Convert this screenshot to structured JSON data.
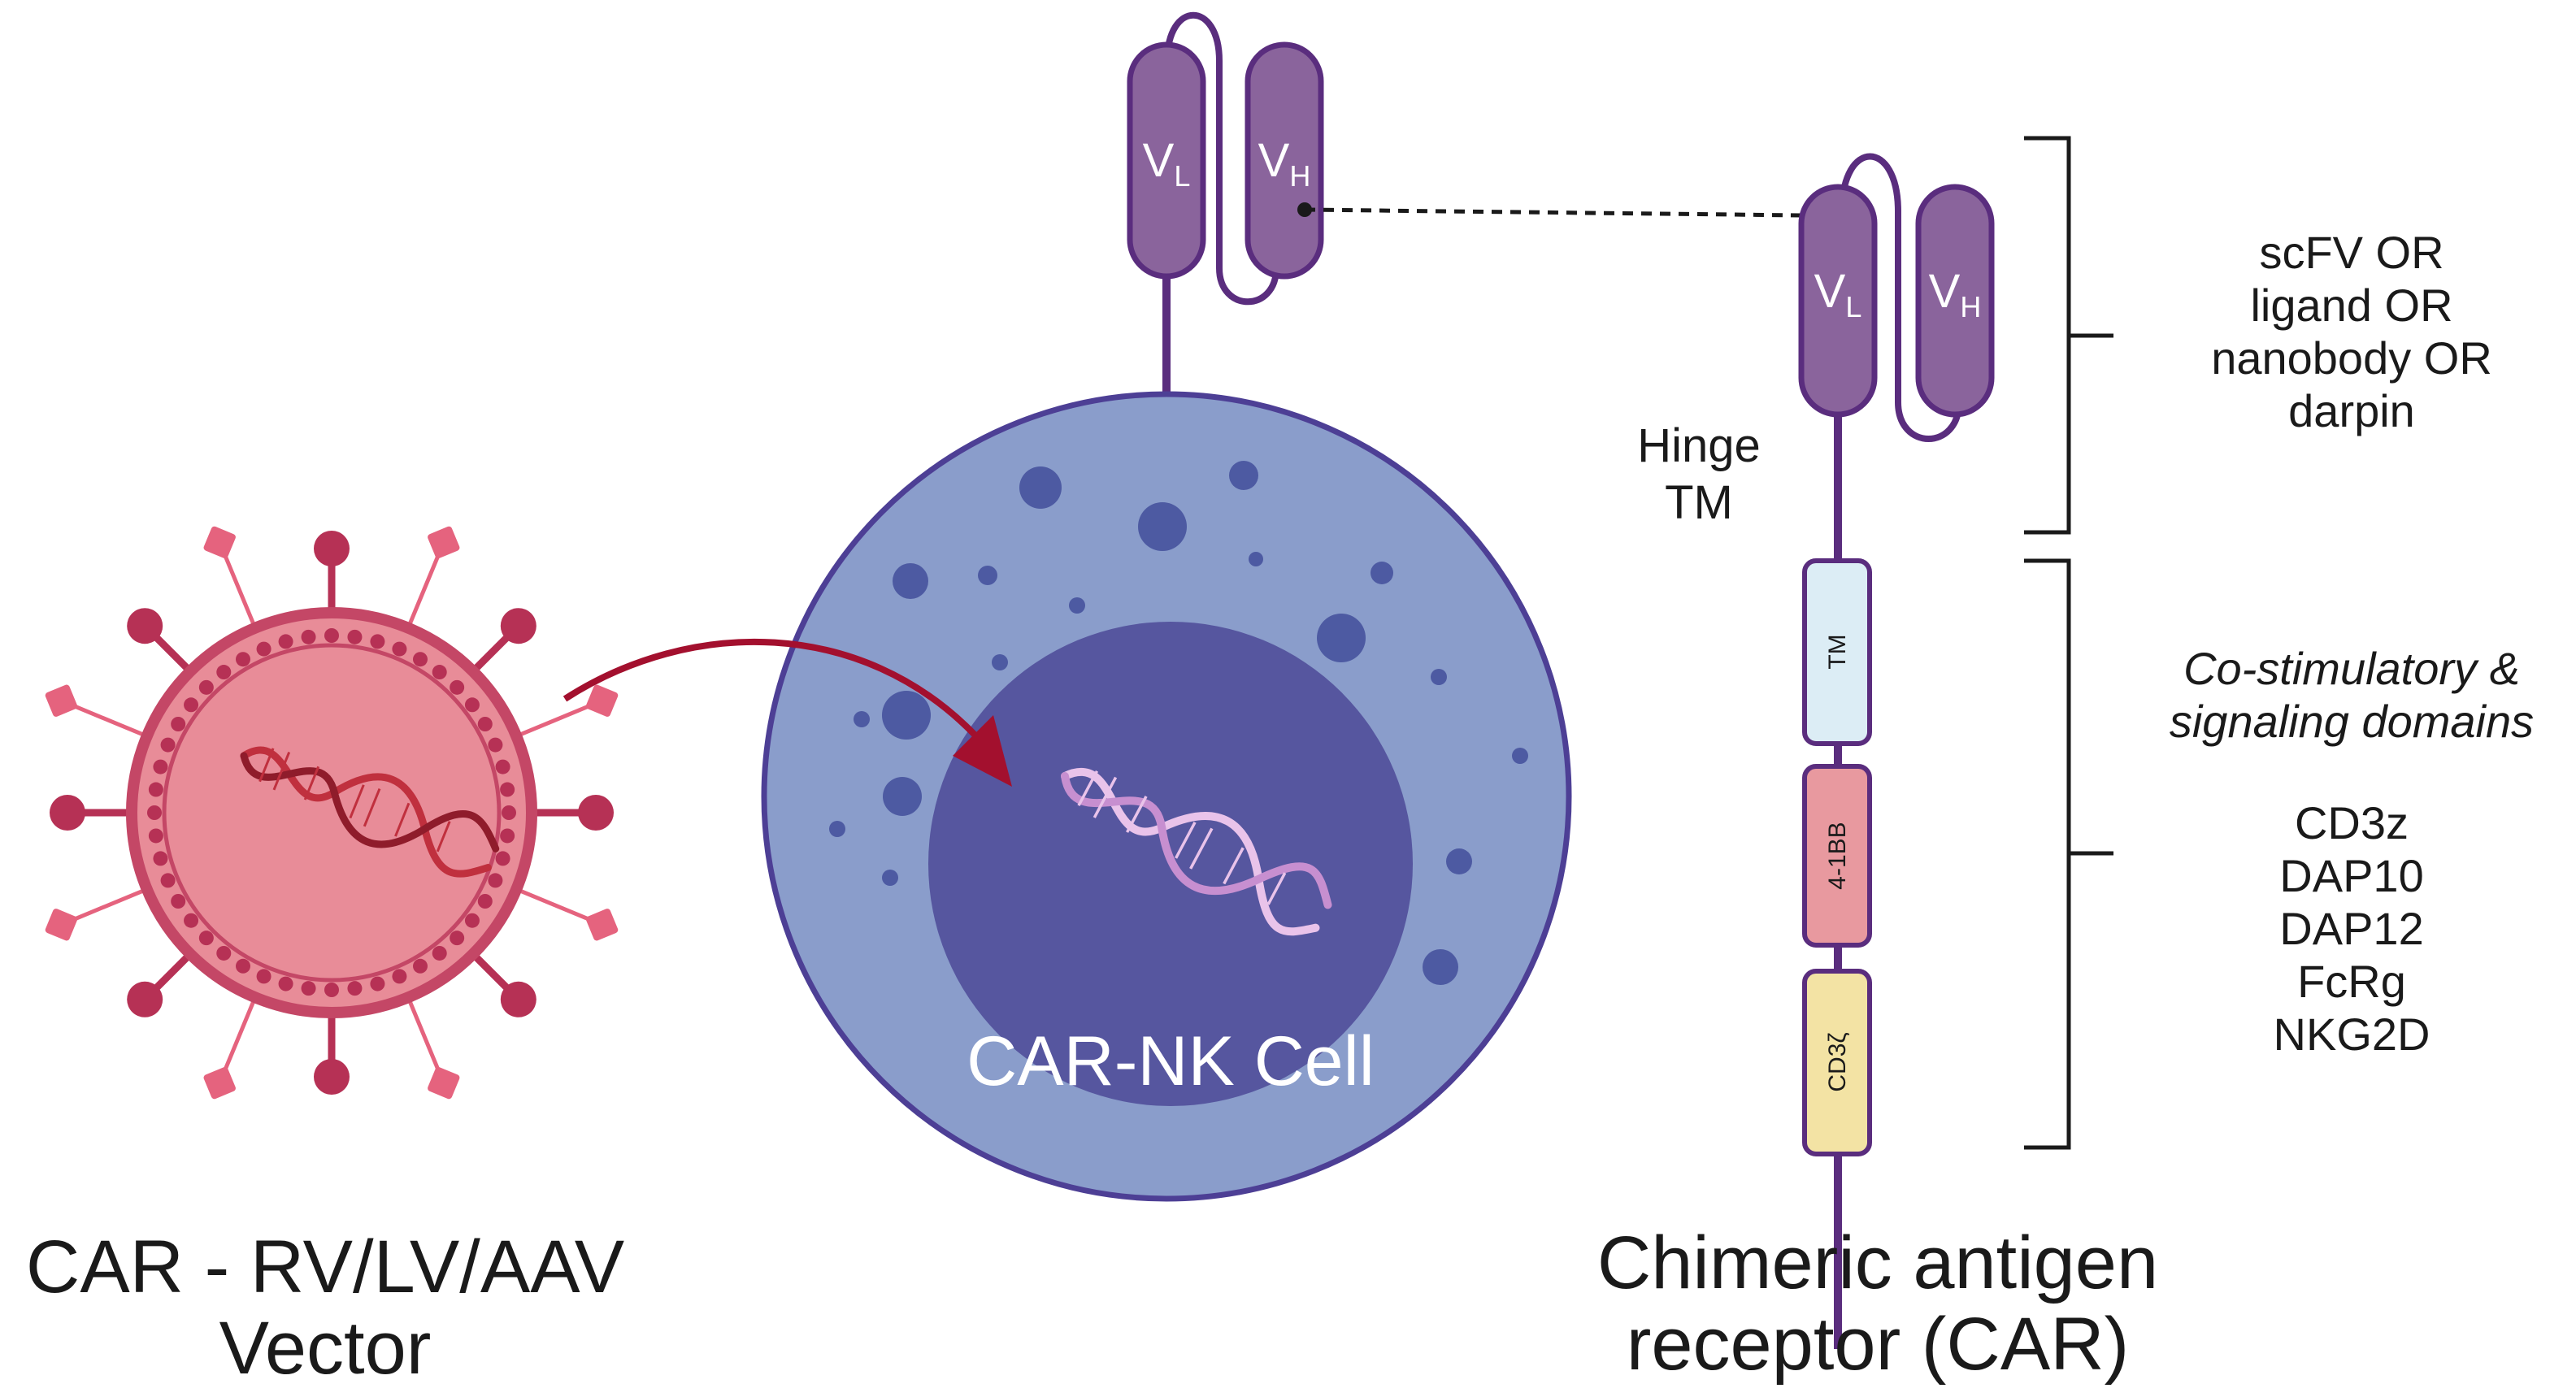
{
  "vector": {
    "label_line1": "CAR - RV/LV/AAV",
    "label_line2": "Vector",
    "colors": {
      "body": "#e88c98",
      "membrane": "#c44766",
      "spike": "#b63155",
      "dna": "#c0303e"
    }
  },
  "cell": {
    "label": "CAR-NK Cell",
    "colors": {
      "cytoplasm": "#8a9dcb",
      "outline": "#4d3f95",
      "nucleus": "#56569f",
      "granule": "#4d5aa2",
      "dna": "#d9a4dc"
    }
  },
  "small_receptor": {
    "vl": {
      "main": "V",
      "sub": "L"
    },
    "vh": {
      "main": "V",
      "sub": "H"
    }
  },
  "car": {
    "title_line1": "Chimeric antigen",
    "title_line2": "receptor (CAR)",
    "vl": {
      "main": "V",
      "sub": "L"
    },
    "vh": {
      "main": "V",
      "sub": "H"
    },
    "hinge_line1": "Hinge",
    "hinge_line2": "TM",
    "domains": [
      {
        "label": "TM",
        "color": "#dcedf5"
      },
      {
        "label": "4-1BB",
        "color": "#e8999f"
      },
      {
        "label": "CD3ζ",
        "color": "#f3e3a4"
      }
    ],
    "colors": {
      "domain_fill": "#8a649c",
      "stroke": "#5a2d7e"
    }
  },
  "binding_bracket": {
    "lines": [
      "scFV OR",
      "ligand OR",
      "nanobody OR",
      "darpin"
    ]
  },
  "signaling_bracket": {
    "heading_line1": "Co-stimulatory &",
    "heading_line2": "signaling domains",
    "items": [
      "CD3z",
      "DAP10",
      "DAP12",
      "FcRg",
      "NKG2D"
    ]
  },
  "arrow_color": "#a3102e"
}
